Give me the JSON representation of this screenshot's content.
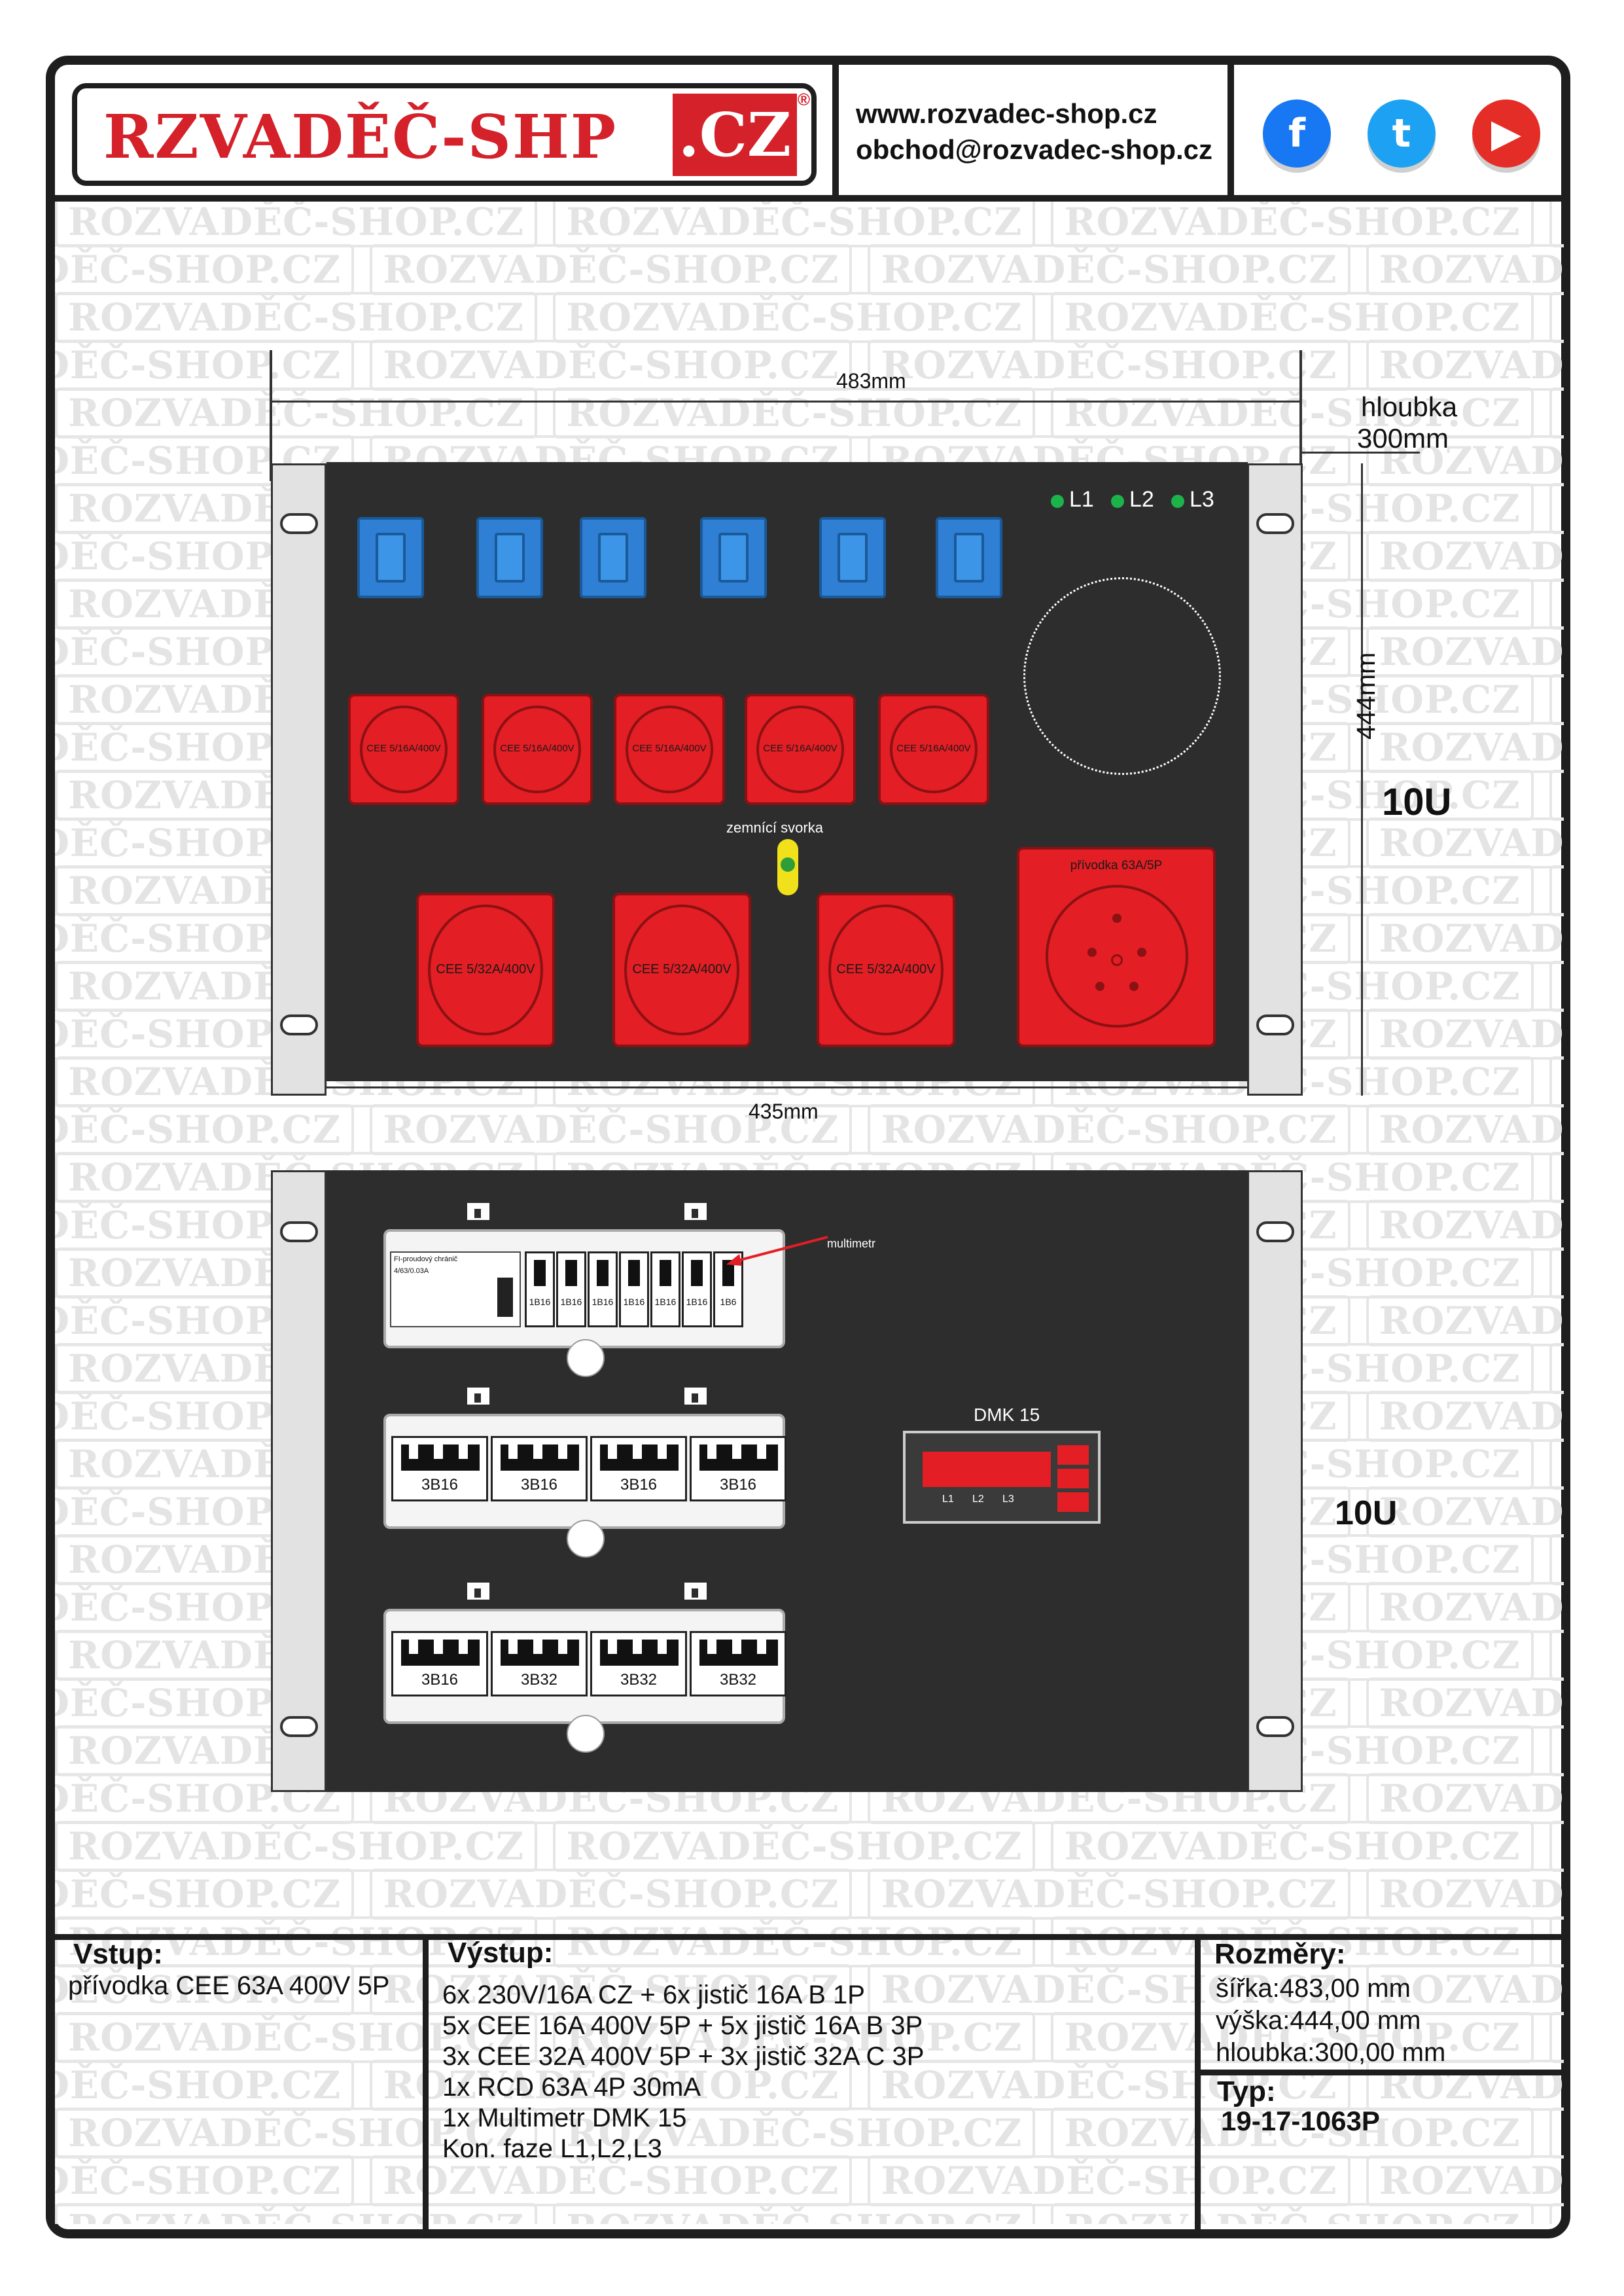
{
  "header": {
    "logo_text": "RZVADĚČ-SHP",
    "logo_domain": ".CZ",
    "logo_reg": "®",
    "website": "www.rozvadec-shop.cz",
    "email": "obchod@rozvadec-shop.cz",
    "social": [
      {
        "name": "facebook-icon",
        "glyph": "f",
        "color": "#1877f2"
      },
      {
        "name": "twitter-icon",
        "glyph": "t",
        "color": "#1da1f2"
      },
      {
        "name": "youtube-icon",
        "glyph": "▶",
        "color": "#e52d27"
      }
    ]
  },
  "watermark_text": "ROZVADĚČ-SHOP.CZ",
  "front_view": {
    "width_top": "483mm",
    "width_inner": "435mm",
    "height": "444mm",
    "depth_label": "hloubka",
    "depth_value": "300mm",
    "units": "10U",
    "phase_lamps": [
      "L1",
      "L2",
      "L3"
    ],
    "sockets_16a_label": "CEE 5/16A/400V",
    "sockets_32a_label": "CEE 5/32A/400V",
    "ground_label": "zemnící svorka",
    "inlet_label": "přívodka 63A/5P"
  },
  "rear_view": {
    "units": "10U",
    "rcd_title": "FI-proudový chránič",
    "rcd_rating": "4/63/0.03A",
    "row1_breakers": [
      "1B16",
      "1B16",
      "1B16",
      "1B16",
      "1B16",
      "1B16",
      "1B6"
    ],
    "row2_breakers": [
      "3B16",
      "3B16",
      "3B16",
      "3B16"
    ],
    "row3_breakers": [
      "3B16",
      "3B32",
      "3B32",
      "3B32"
    ],
    "multimetr_label": "multimetr",
    "meter_title": "DMK 15",
    "meter_phases": [
      "L1",
      "L2",
      "L3"
    ]
  },
  "spec_table": {
    "input_head": "Vstup:",
    "input_value": "přívodka CEE 63A 400V 5P",
    "output_head": "Výstup:",
    "output_lines": [
      "6x 230V/16A CZ + 6x jistič 16A B 1P",
      "5x CEE 16A 400V 5P + 5x jistič 16A B 3P",
      "3x CEE 32A 400V 5P + 3x jistič 32A C 3P",
      "1x RCD 63A 4P 30mA",
      "1x Multimetr  DMK 15",
      "Kon. faze L1,L2,L3"
    ],
    "dims_head": "Rozměry:",
    "dims_lines": [
      "šířka:483,00 mm",
      "výška:444,00 mm",
      "hloubka:300,00 mm"
    ],
    "type_head": "Typ:",
    "type_value": "19-17-1063P"
  }
}
